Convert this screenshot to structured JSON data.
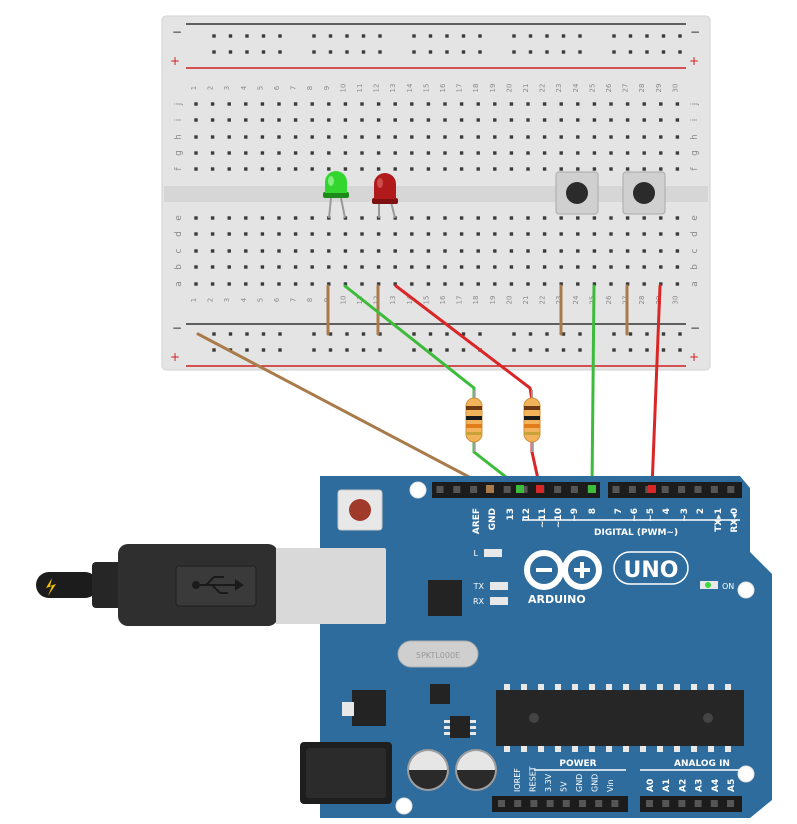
{
  "breadboard": {
    "rail_minus": "−",
    "rail_plus": "+",
    "row_letters_top": [
      "j",
      "i",
      "h",
      "g",
      "f"
    ],
    "row_letters_bottom": [
      "e",
      "d",
      "c",
      "b",
      "a"
    ],
    "column_numbers": [
      "1",
      "2",
      "3",
      "4",
      "5",
      "6",
      "7",
      "8",
      "9",
      "10",
      "11",
      "12",
      "13",
      "14",
      "15",
      "16",
      "17",
      "18",
      "19",
      "20",
      "21",
      "22",
      "23",
      "24",
      "25",
      "26",
      "27",
      "28",
      "29",
      "30"
    ]
  },
  "components": {
    "leds": [
      {
        "name": "green-led",
        "color": "#33d62e"
      },
      {
        "name": "red-led",
        "color": "#b11a1a"
      }
    ],
    "resistor_count": 2,
    "pushbutton_count": 2
  },
  "arduino": {
    "logo_text": "ARDUINO",
    "model": "UNO",
    "digital_label": "DIGITAL (PWM~)",
    "digital_pins": [
      "AREF",
      "GND",
      "13",
      "12",
      "~11",
      "~10",
      "~9",
      "8",
      "7",
      "~6",
      "~5",
      "4",
      "~3",
      "2",
      "TX▸1",
      "RX◂0"
    ],
    "led_l": "L",
    "led_tx": "TX",
    "led_rx": "RX",
    "on_label": "ON",
    "crystal_label": "5PKTL000E",
    "power_label": "POWER",
    "analog_label": "ANALOG IN",
    "power_pins": [
      "IOREF",
      "RESET",
      "3.3V",
      "5V",
      "GND",
      "GND",
      "Vin"
    ],
    "analog_pins": [
      "A0",
      "A1",
      "A2",
      "A3",
      "A4",
      "A5"
    ],
    "board_color": "#2e6c9e"
  },
  "wires": {
    "brown": "#a97b4b",
    "green": "#3dbb3a",
    "red": "#d92626"
  }
}
